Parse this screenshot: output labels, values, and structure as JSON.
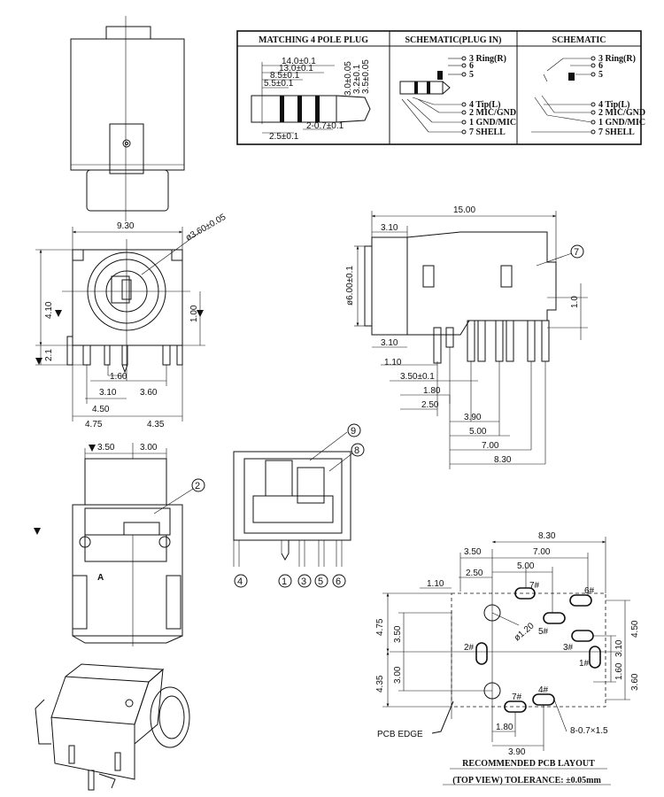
{
  "table": {
    "col1_title": "MATCHING 4 POLE PLUG",
    "col2_title": "SCHEMATIC(PLUG IN)",
    "col3_title": "SCHEMATIC",
    "plug_dims": [
      "14.0±0.1",
      "13.0±0.1",
      "8.5±0.1",
      "5.5±0.1",
      "2.5±0.1",
      "2-0.7±0.1",
      "3.0±0.05",
      "3.2±0.1",
      "3.5±0.05"
    ],
    "pins": [
      "3 Ring(R)",
      "6",
      "5",
      "4 Tip(L)",
      "2 MIC/GND",
      "1 GND/MIC",
      "7 SHELL"
    ]
  },
  "front_view": {
    "width": "9.30",
    "hole": "ø3.60±0.05",
    "dims": [
      "4.10",
      "2.1",
      "1.00",
      "1.60",
      "3.10",
      "3.60",
      "4.50",
      "4.75",
      "4.35"
    ]
  },
  "side_view": {
    "length": "15.00",
    "top": "3.10",
    "dia": "ø6.00±0.1",
    "right": "1.0",
    "bottom_top": "3.10",
    "dims": [
      "1.10",
      "3.50±0.1",
      "1.80",
      "2.50",
      "3.90",
      "5.00",
      "7.00",
      "8.30"
    ],
    "callout": "7"
  },
  "bottom_view": {
    "dims": [
      "3.50",
      "3.00"
    ],
    "callout": "2",
    "label_a": "A"
  },
  "inside_view": {
    "callouts_top": [
      "9",
      "8"
    ],
    "callouts_bottom": [
      "4",
      "1",
      "3",
      "5",
      "6"
    ]
  },
  "pcb": {
    "top_dims": [
      "8.30",
      "7.00",
      "5.00",
      "3.50",
      "2.50",
      "1.10"
    ],
    "left_dims": [
      "4.75",
      "3.50",
      "4.35",
      "3.00"
    ],
    "right_dims": [
      "4.50",
      "3.10",
      "1.60",
      "3.60"
    ],
    "bottom_dims": [
      "1.80",
      "3.90"
    ],
    "hole": "ø1.20",
    "slot_note": "8-0.7×1.5",
    "pcb_edge": "PCB EDGE",
    "pads": [
      "7#",
      "6#",
      "5#",
      "3#",
      "2#",
      "1#",
      "7#",
      "4#"
    ],
    "title": "RECOMMENDED PCB LAYOUT",
    "subtitle": "(TOP VIEW) TOLERANCE: ±0.05mm"
  }
}
